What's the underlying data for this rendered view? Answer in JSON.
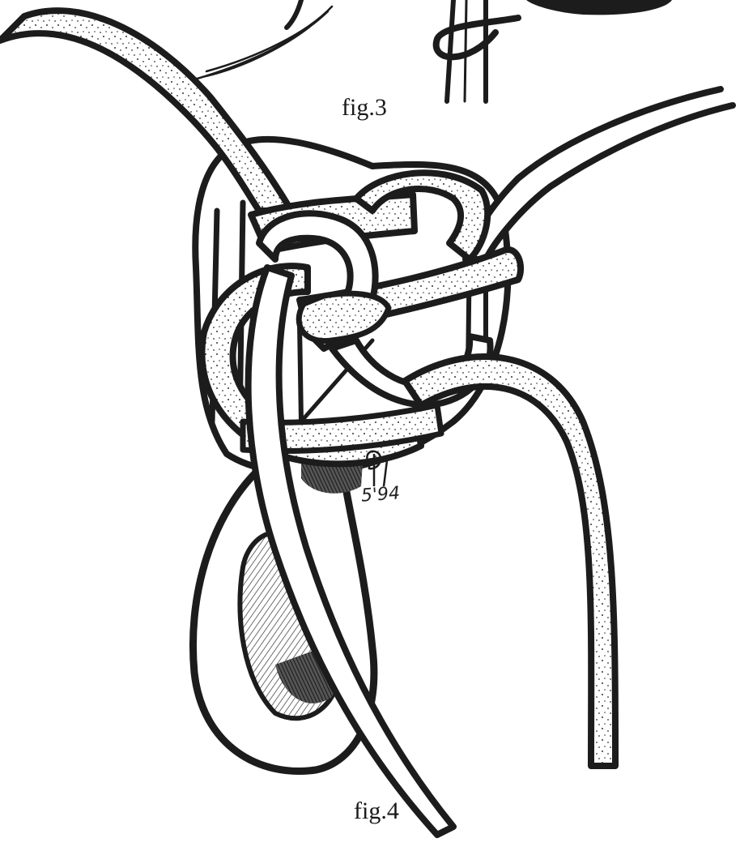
{
  "figures": {
    "fig3": {
      "caption": "fig.3"
    },
    "fig4": {
      "caption": "fig.4"
    }
  },
  "artist_mark": {
    "date": "5'94"
  },
  "colors": {
    "ink": "#1c1c1c",
    "cord_fill": "#ffffff",
    "paper": "#ffffff"
  },
  "icons": {
    "cord_texture": "stippled-dots",
    "loop_shading": "cross-hatching"
  }
}
